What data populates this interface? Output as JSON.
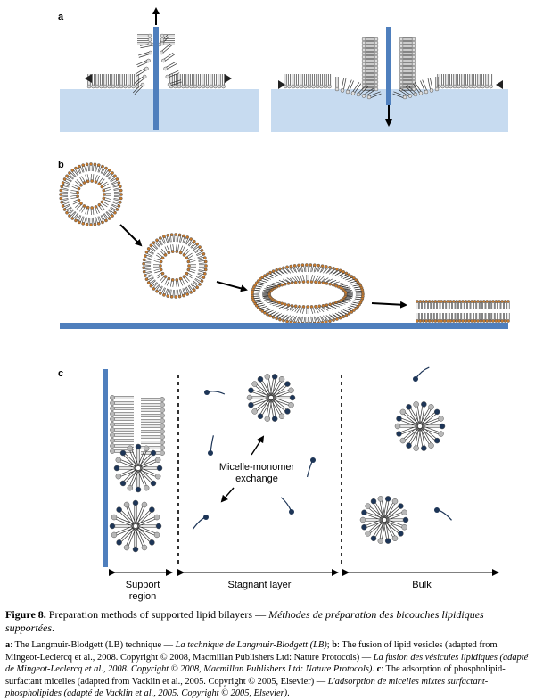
{
  "figure": {
    "panels": {
      "a": {
        "label": "a"
      },
      "b": {
        "label": "b"
      },
      "c": {
        "label": "c",
        "exchange_label_line1": "Micelle-monomer",
        "exchange_label_line2": "exchange",
        "regions": {
          "support_line1": "Support",
          "support_line2": "region",
          "stagnant": "Stagnant layer",
          "bulk": "Bulk"
        }
      }
    },
    "colors": {
      "water": "#c7dbf0",
      "substrate": "#4f7fbd",
      "vesicle_head": "#c87a2c",
      "micelle_dark_head": "#1d3557",
      "micelle_light_head": "#b8b8b8",
      "tail": "#333333"
    }
  },
  "caption": {
    "figure_number": "Figure 8.",
    "title_en": "Preparation methods of supported lipid bilayers —",
    "title_fr": "Méthodes de préparation des bicouches lipidiques supportées",
    "title_end": ".",
    "a_label": "a",
    "a_en": ": The Langmuir-Blodgett (LB) technique —",
    "a_fr": "La technique de Langmuir-Blodgett (LB)",
    "sep1": ";",
    "b_label": "b",
    "b_en": ": The fusion of lipid vesicles (adapted from Mingeot-Leclercq et al., 2008. Copyright © 2008, Macmillan Publishers Ltd: Nature Protocols) —",
    "b_fr": "La fusion des vésicules lipidiques (adapté de Mingeot-Leclercq et al., 2008. Copyright © 2008, Macmillan Publishers Ltd: Nature Protocols)",
    "sep2": ".",
    "c_label": "c",
    "c_en": ": The adsorption of phospholipid-surfactant micelles (adapted from Vacklin et al., 2005. Copyright © 2005, Elsevier) —",
    "c_fr": "L'adsorption de micelles mixtes surfactant-phospholipides (adapté de Vacklin et al., 2005. Copyright © 2005, Elsevier)",
    "end": "."
  }
}
